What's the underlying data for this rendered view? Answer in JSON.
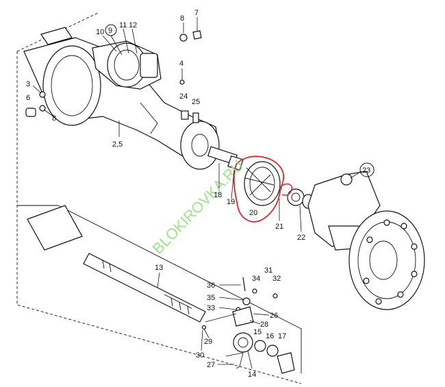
{
  "watermark": "BLOKIROVKA.RU",
  "labels": {
    "l7": "7",
    "l8a": "8",
    "l9": "9",
    "l10": "10",
    "l11": "11",
    "l12": "12",
    "l4": "4",
    "l3": "3",
    "l6": "6",
    "l8b": "8",
    "l24": "24",
    "l25": "25",
    "l2_5": "2,5",
    "l18": "18",
    "l19": "19",
    "l20": "20",
    "l21": "21",
    "l22": "22",
    "l23": "23",
    "l13": "13",
    "l31": "31",
    "l32": "32",
    "l34": "34",
    "l36": "36",
    "l35": "35",
    "l33": "33",
    "l26": "26",
    "l28": "28",
    "l15": "15",
    "l16": "16",
    "l17": "17",
    "l29": "29",
    "l30": "30",
    "l27": "27",
    "l14": "14"
  },
  "colors": {
    "highlight": "#e8202a",
    "watermark": "#8fe07a",
    "ink": "#111111"
  }
}
